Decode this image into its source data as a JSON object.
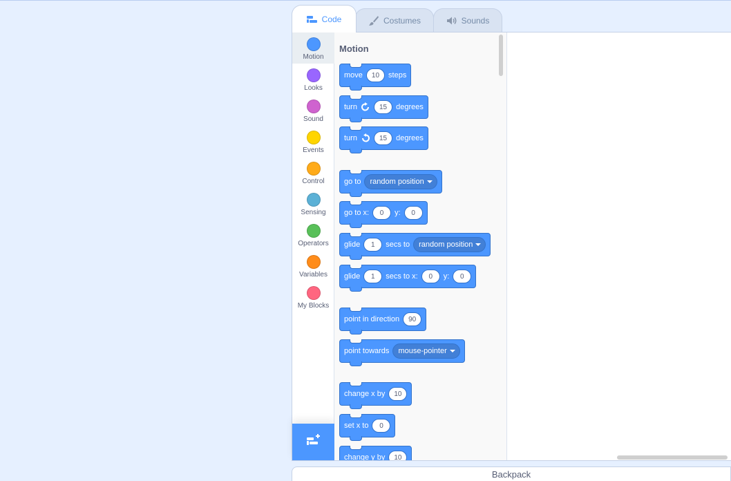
{
  "tabs": [
    {
      "label": "Code",
      "icon": "code-icon",
      "active": true
    },
    {
      "label": "Costumes",
      "icon": "brush-icon",
      "active": false
    },
    {
      "label": "Sounds",
      "icon": "speaker-icon",
      "active": false
    }
  ],
  "categories": [
    {
      "label": "Motion",
      "color": "#4c97ff",
      "selected": true
    },
    {
      "label": "Looks",
      "color": "#9966ff"
    },
    {
      "label": "Sound",
      "color": "#cf63cf"
    },
    {
      "label": "Events",
      "color": "#ffd500"
    },
    {
      "label": "Control",
      "color": "#ffab19"
    },
    {
      "label": "Sensing",
      "color": "#5cb1d6"
    },
    {
      "label": "Operators",
      "color": "#59c059"
    },
    {
      "label": "Variables",
      "color": "#ff8c1a"
    },
    {
      "label": "My Blocks",
      "color": "#ff6680"
    }
  ],
  "flyout": {
    "section_label": "Motion",
    "blocks": {
      "move": {
        "pre": "move",
        "value": "10",
        "post": "steps"
      },
      "turn_right": {
        "pre": "turn",
        "value": "15",
        "post": "degrees"
      },
      "turn_left": {
        "pre": "turn",
        "value": "15",
        "post": "degrees"
      },
      "go_to": {
        "pre": "go to",
        "menu": "random position"
      },
      "go_to_xy": {
        "pre": "go to x:",
        "x": "0",
        "mid": "y:",
        "y": "0"
      },
      "glide_to": {
        "pre": "glide",
        "value": "1",
        "mid": "secs to",
        "menu": "random position"
      },
      "glide_xy": {
        "pre": "glide",
        "value": "1",
        "mid": "secs to x:",
        "x": "0",
        "mid2": "y:",
        "y": "0"
      },
      "point_dir": {
        "pre": "point in direction",
        "value": "90"
      },
      "point_towards": {
        "pre": "point towards",
        "menu": "mouse-pointer"
      },
      "change_x": {
        "pre": "change x by",
        "value": "10"
      },
      "set_x": {
        "pre": "set x to",
        "value": "0"
      },
      "change_y": {
        "pre": "change y by",
        "value": "10"
      }
    }
  },
  "backpack": {
    "label": "Backpack"
  },
  "colors": {
    "accent": "#4c97ff",
    "block_border": "#3373cc"
  }
}
